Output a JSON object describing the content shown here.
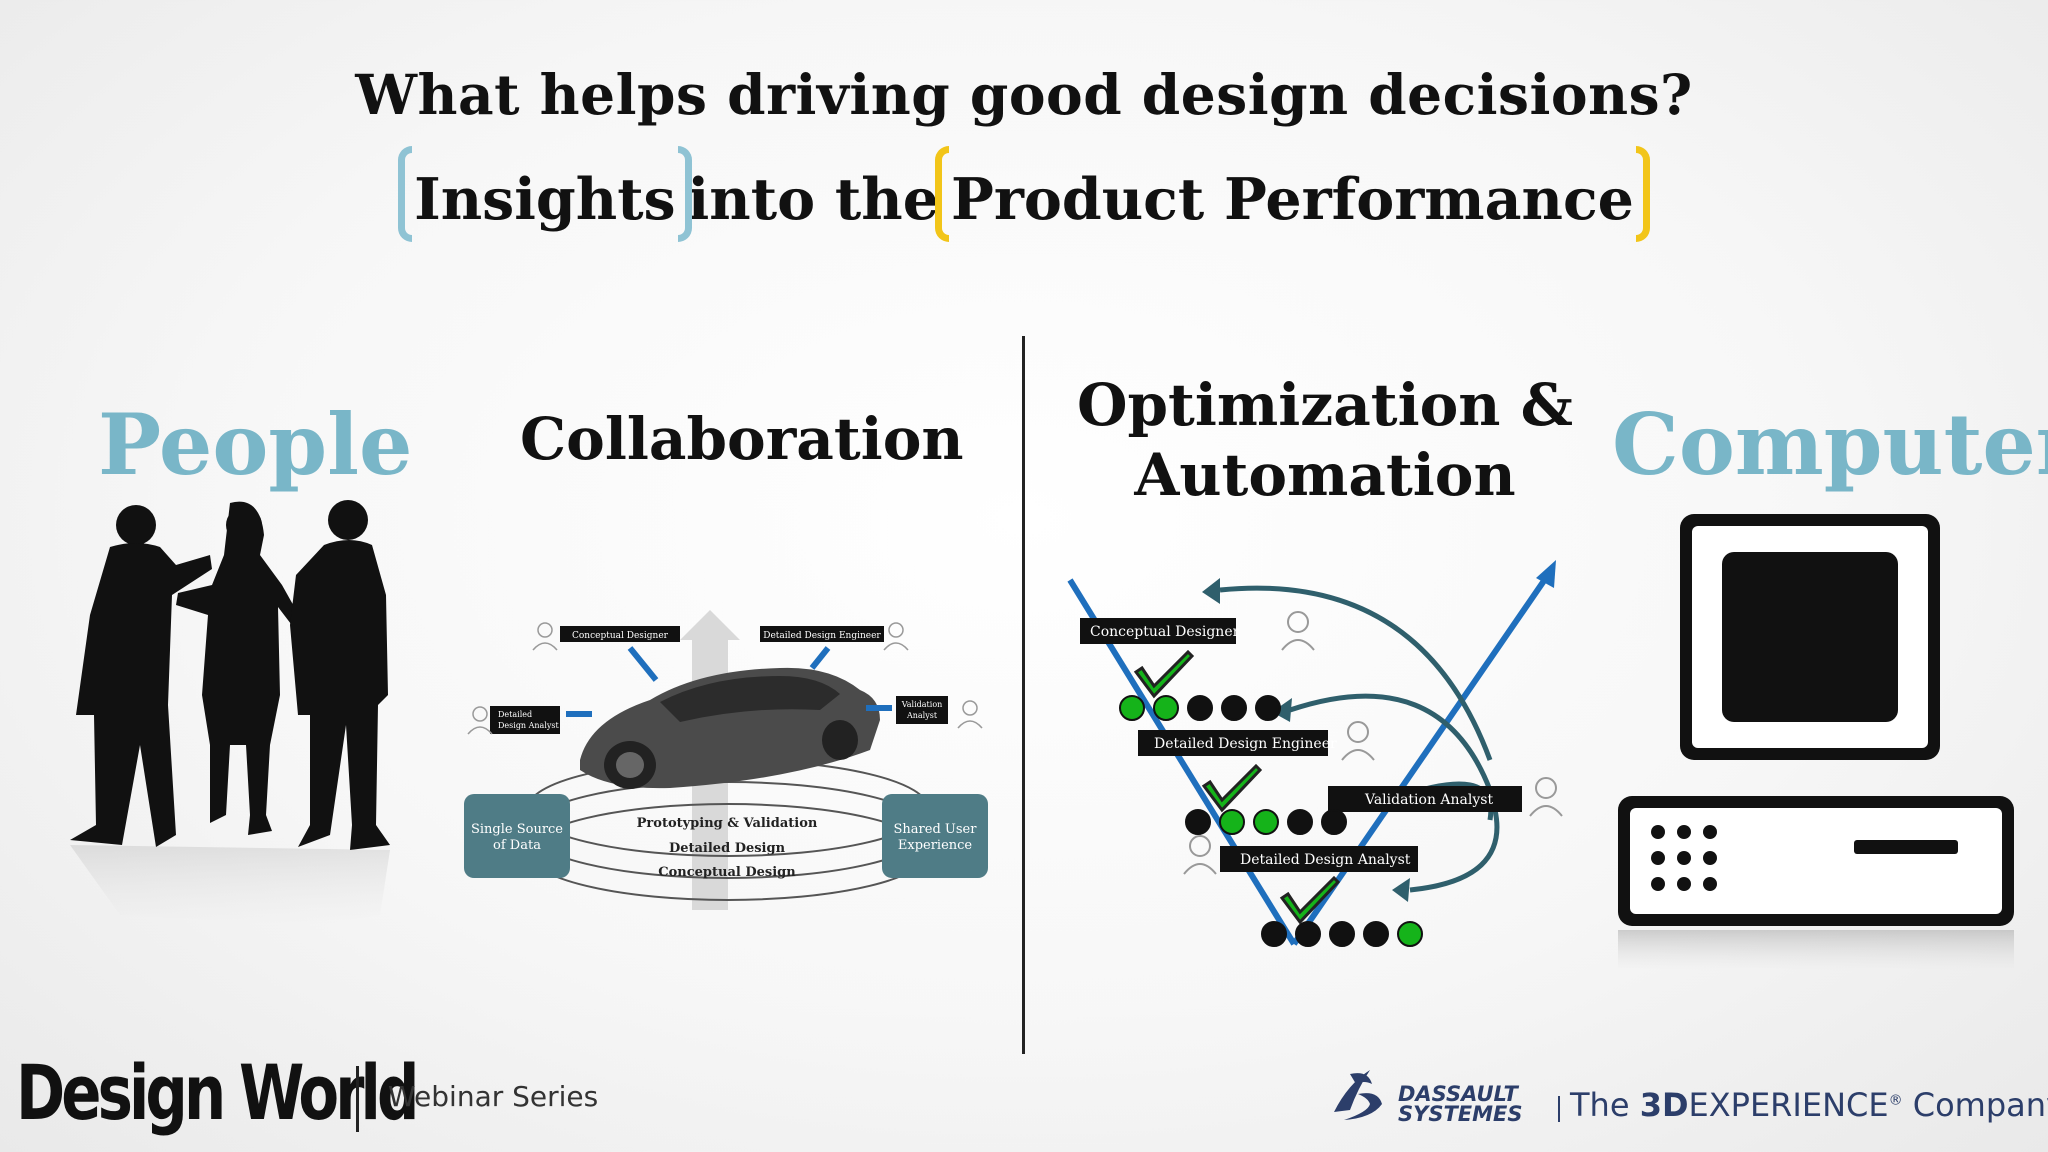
{
  "headline": "What helps driving good design decisions?",
  "subline": {
    "insights": "Insights",
    "into": "into the",
    "product": "Product Performance"
  },
  "people": {
    "title": "People",
    "image": "people-silhouettes"
  },
  "collaboration": {
    "title": "Collaboration",
    "roles": {
      "conceptual": "Conceptual Designer",
      "detailed_engineer": "Detailed Design Engineer",
      "analyst_line1": "Detailed",
      "analyst_line2": "Design Analyst",
      "validation_line1": "Validation",
      "validation_line2": "Analyst"
    },
    "left_box_line1": "Single Source",
    "left_box_line2": "of Data",
    "right_box_line1": "Shared User",
    "right_box_line2": "Experience",
    "layers": [
      "Prototyping & Validation",
      "Detailed Design",
      "Conceptual Design"
    ]
  },
  "optimization": {
    "title_line1": "Optimization &",
    "title_line2": "Automation",
    "labels": {
      "conceptual": "Conceptual Designer",
      "detailed_engineer": "Detailed Design Engineer",
      "validation": "Validation Analyst",
      "detailed_analyst": "Detailed Design Analyst"
    },
    "colors": {
      "v_line": "#1f6fbd",
      "green": "#15b31a",
      "arrow": "#2f5f6c"
    }
  },
  "computers": {
    "title": "Computers",
    "image": "computer-icon"
  },
  "footer": {
    "design_world": "Design World",
    "webinar": "Webinar Series",
    "dassault_line1": "DASSAULT",
    "dassault_line2": "SYSTEMES",
    "tagline_pre": "The ",
    "tagline_bold": "3D",
    "tagline_rest": "EXPERIENCE",
    "tagline_reg": "®",
    "tagline_end": " Company"
  },
  "colors": {
    "accent_blue": "#79b6c8",
    "bracket_blue": "#8fc3d4",
    "bracket_yellow": "#f2c519",
    "ds_blue": "#2c3e6a"
  }
}
